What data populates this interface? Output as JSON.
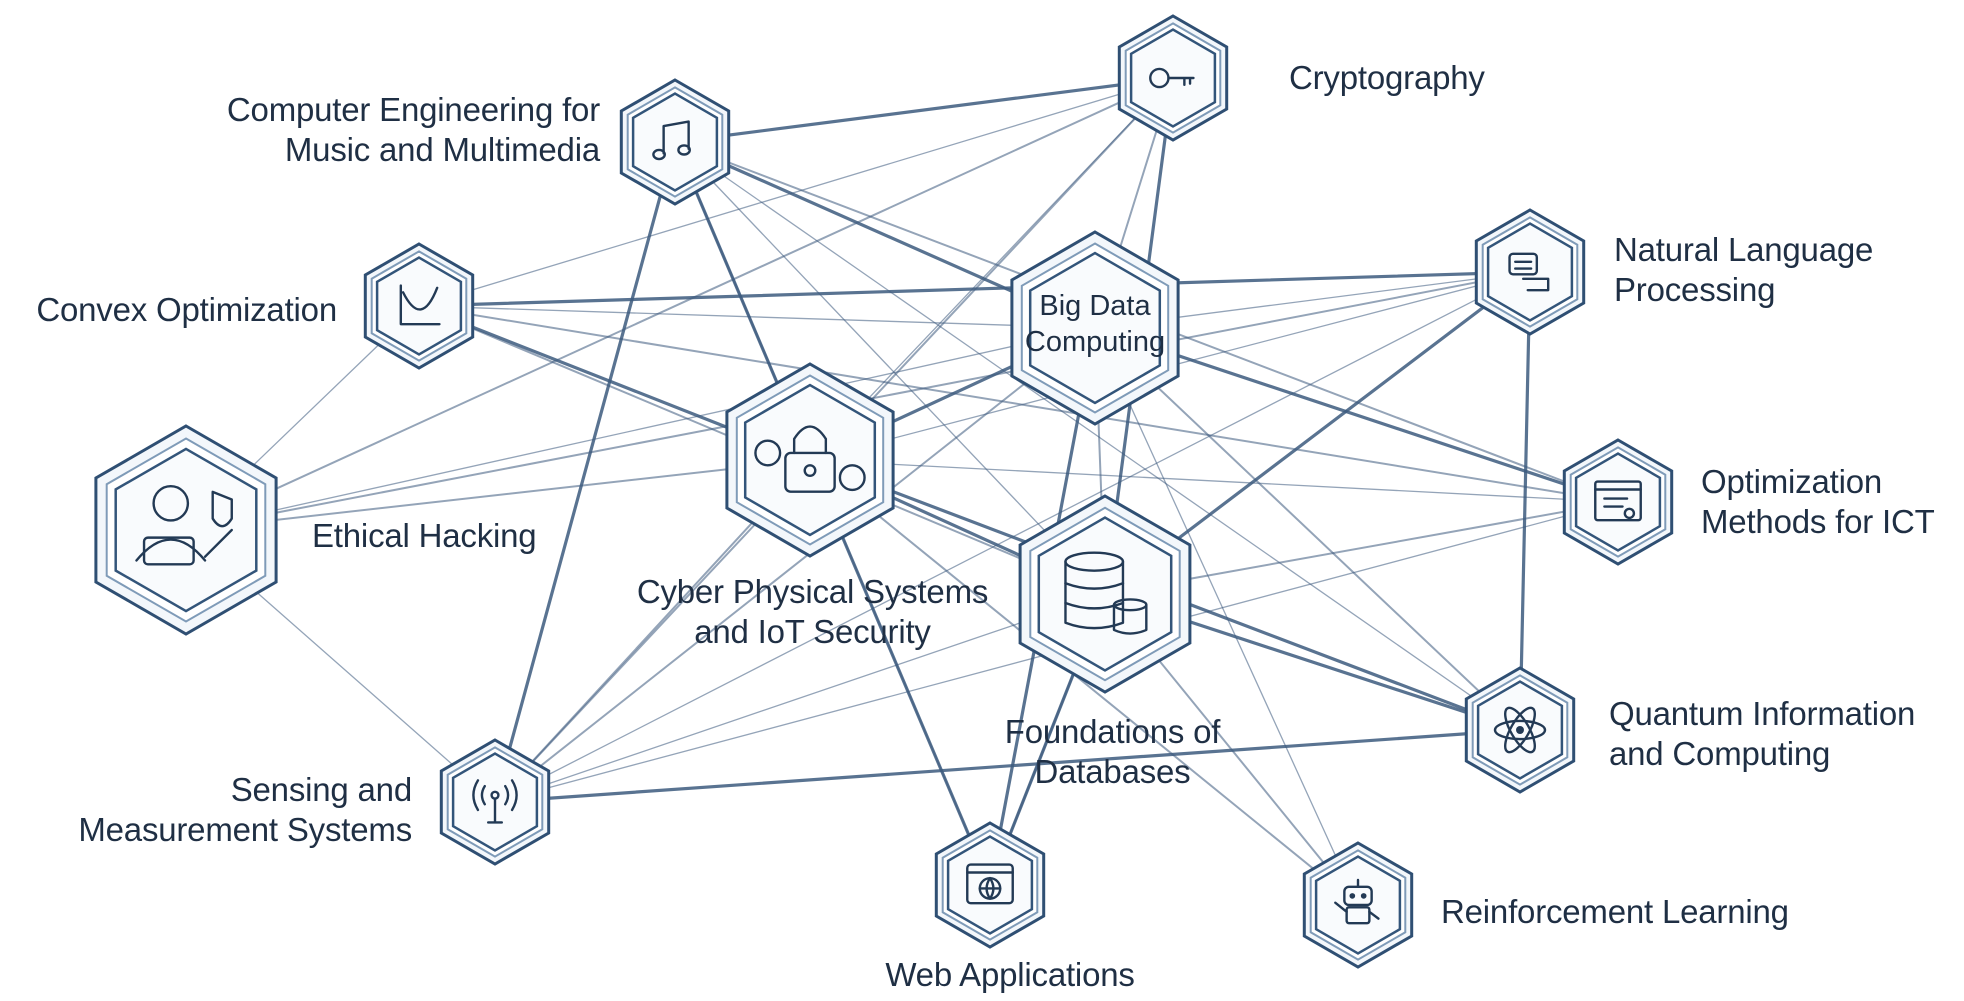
{
  "diagram": {
    "nodes": [
      {
        "id": "music",
        "icon": "music-note-icon",
        "lines": [
          "Computer Engineering for",
          "Music and Multimedia"
        ]
      },
      {
        "id": "crypto",
        "icon": "key-icon",
        "lines": [
          "Cryptography"
        ]
      },
      {
        "id": "convex",
        "icon": "convex-curve-icon",
        "lines": [
          "Convex Optimization"
        ]
      },
      {
        "id": "bigdata",
        "icon": "",
        "lines": [
          "Big Data",
          "Computing"
        ]
      },
      {
        "id": "nlp",
        "icon": "chat-bubbles-icon",
        "lines": [
          "Natural Language",
          "Processing"
        ]
      },
      {
        "id": "ethical",
        "icon": "hacker-laptop-icon",
        "lines": [
          "Ethical Hacking"
        ]
      },
      {
        "id": "cps",
        "icon": "padlock-gears-icon",
        "lines": [
          "Cyber Physical Systems",
          "and IoT Security"
        ]
      },
      {
        "id": "optict",
        "icon": "code-window-icon",
        "lines": [
          "Optimization",
          "Methods for ICT"
        ]
      },
      {
        "id": "db",
        "icon": "database-icon",
        "lines": [
          "Foundations of",
          "Databases"
        ]
      },
      {
        "id": "quantum",
        "icon": "atom-icon",
        "lines": [
          "Quantum Information",
          "and Computing"
        ]
      },
      {
        "id": "sensing",
        "icon": "antenna-icon",
        "lines": [
          "Sensing and",
          "Measurement Systems"
        ]
      },
      {
        "id": "web",
        "icon": "globe-window-icon",
        "lines": [
          "Web Applications"
        ]
      },
      {
        "id": "rl",
        "icon": "robot-icon",
        "lines": [
          "Reinforcement Learning"
        ]
      }
    ],
    "edges": [
      [
        "music",
        "bigdata"
      ],
      [
        "music",
        "cps"
      ],
      [
        "music",
        "db"
      ],
      [
        "music",
        "web"
      ],
      [
        "music",
        "optict"
      ],
      [
        "music",
        "quantum"
      ],
      [
        "music",
        "sensing"
      ],
      [
        "crypto",
        "bigdata"
      ],
      [
        "crypto",
        "cps"
      ],
      [
        "crypto",
        "db"
      ],
      [
        "crypto",
        "ethical"
      ],
      [
        "crypto",
        "convex"
      ],
      [
        "crypto",
        "music"
      ],
      [
        "crypto",
        "sensing"
      ],
      [
        "convex",
        "bigdata"
      ],
      [
        "convex",
        "cps"
      ],
      [
        "convex",
        "db"
      ],
      [
        "convex",
        "ethical"
      ],
      [
        "convex",
        "nlp"
      ],
      [
        "convex",
        "optict"
      ],
      [
        "bigdata",
        "nlp"
      ],
      [
        "bigdata",
        "cps"
      ],
      [
        "bigdata",
        "db"
      ],
      [
        "bigdata",
        "ethical"
      ],
      [
        "bigdata",
        "optict"
      ],
      [
        "bigdata",
        "quantum"
      ],
      [
        "bigdata",
        "rl"
      ],
      [
        "bigdata",
        "web"
      ],
      [
        "bigdata",
        "sensing"
      ],
      [
        "nlp",
        "cps"
      ],
      [
        "nlp",
        "db"
      ],
      [
        "nlp",
        "ethical"
      ],
      [
        "nlp",
        "sensing"
      ],
      [
        "nlp",
        "quantum"
      ],
      [
        "ethical",
        "cps"
      ],
      [
        "ethical",
        "sensing"
      ],
      [
        "cps",
        "db"
      ],
      [
        "cps",
        "sensing"
      ],
      [
        "cps",
        "web"
      ],
      [
        "cps",
        "quantum"
      ],
      [
        "cps",
        "rl"
      ],
      [
        "cps",
        "optict"
      ],
      [
        "db",
        "quantum"
      ],
      [
        "db",
        "optict"
      ],
      [
        "db",
        "sensing"
      ],
      [
        "db",
        "web"
      ],
      [
        "db",
        "rl"
      ],
      [
        "optict",
        "sensing"
      ],
      [
        "quantum",
        "sensing"
      ],
      [
        "web",
        "db"
      ]
    ]
  }
}
